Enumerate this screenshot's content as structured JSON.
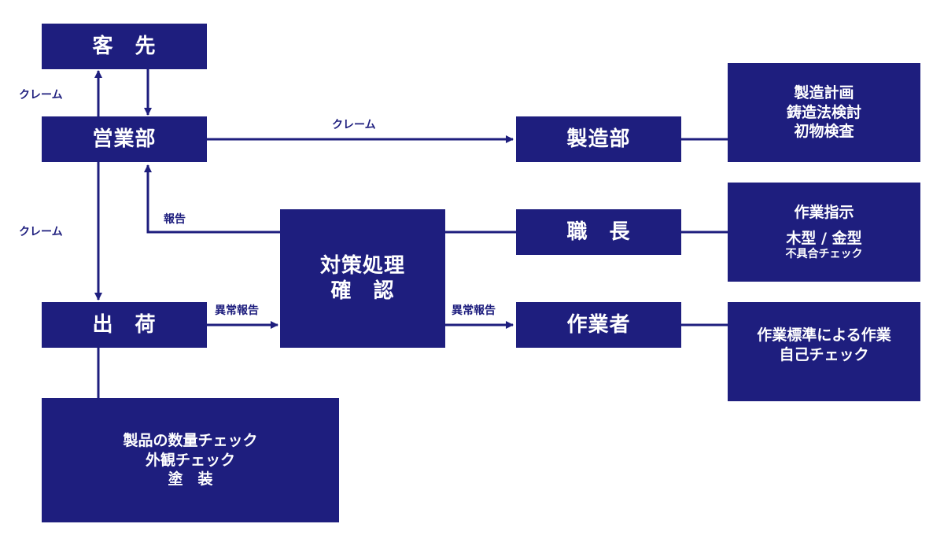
{
  "nodes": {
    "customer": "客　先",
    "sales": "営業部",
    "shipping": "出　荷",
    "countermeasure": [
      "対策処理",
      "確　認"
    ],
    "manufacturing": "製造部",
    "foreman": "職　長",
    "worker": "作業者",
    "manufacturing_tasks": [
      "製造計画",
      "鋳造法検討",
      "初物検査"
    ],
    "foreman_tasks": [
      "作業指示",
      "木型 / 金型",
      "不具合チェック"
    ],
    "worker_tasks": [
      "作業標準による作業",
      "自己チェック"
    ],
    "shipping_tasks": [
      "製品の数量チェック",
      "外観チェック",
      "塗　装"
    ]
  },
  "edge_labels": {
    "claim_customer": "クレーム",
    "claim_sales_to_mfg": "クレーム",
    "claim_sales_to_shipping": "クレーム",
    "report": "報告",
    "abnormal_report_shipping": "異常報告",
    "abnormal_report_worker": "異常報告"
  },
  "colors": {
    "box": "#1e1e7e",
    "line": "#1e1e7e",
    "text": "#ffffff"
  }
}
